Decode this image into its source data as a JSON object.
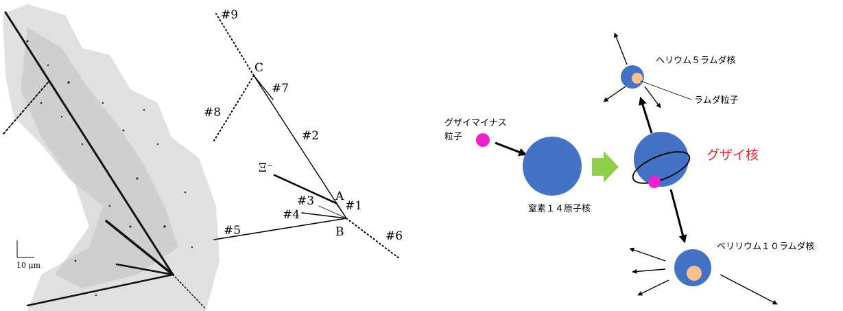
{
  "emulsion_photo": {
    "scale_label": "10 μm"
  },
  "track_sketch": {
    "track_labels": [
      "#9",
      "#7",
      "#8",
      "#2",
      "#3",
      "#1",
      "#4",
      "#5",
      "#6"
    ],
    "vertex_labels": [
      "C",
      "A",
      "B"
    ],
    "particle_label": "Ξ⁻"
  },
  "reaction_diagram": {
    "xi_minus_label_line1": "グザイマイナス",
    "xi_minus_label_line2": "粒子",
    "nitrogen_label": "窒素１４原子核",
    "xi_hypernucleus_label": "グザイ核",
    "helium_label": "ヘリウム５ラムダ核",
    "lambda_label": "ラムダ粒子",
    "beryllium_label": "ベリリウム１０ラムダ核",
    "colors": {
      "nucleus_blue": "#4472c4",
      "xi_magenta": "#ee22cc",
      "lambda_peach": "#f9c08f",
      "arrow_green": "#8fce4a",
      "title_red": "#e8222a"
    }
  }
}
